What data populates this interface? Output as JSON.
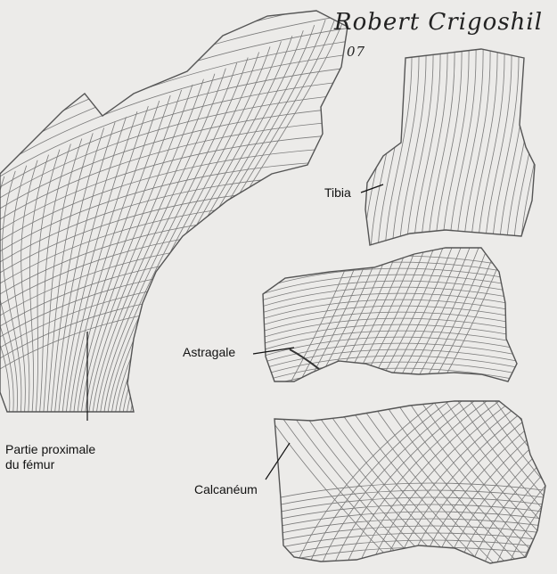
{
  "signature": {
    "name": "Robert Crigoshil",
    "year": "07"
  },
  "labels": {
    "tibia": "Tibia",
    "astragale": "Astragale",
    "femur_line1": "Partie proximale",
    "femur_line2": "du fémur",
    "calcaneum": "Calcanéum"
  },
  "colors": {
    "paper": "#ecebe9",
    "pencil": "#555555",
    "ink": "#111111"
  }
}
